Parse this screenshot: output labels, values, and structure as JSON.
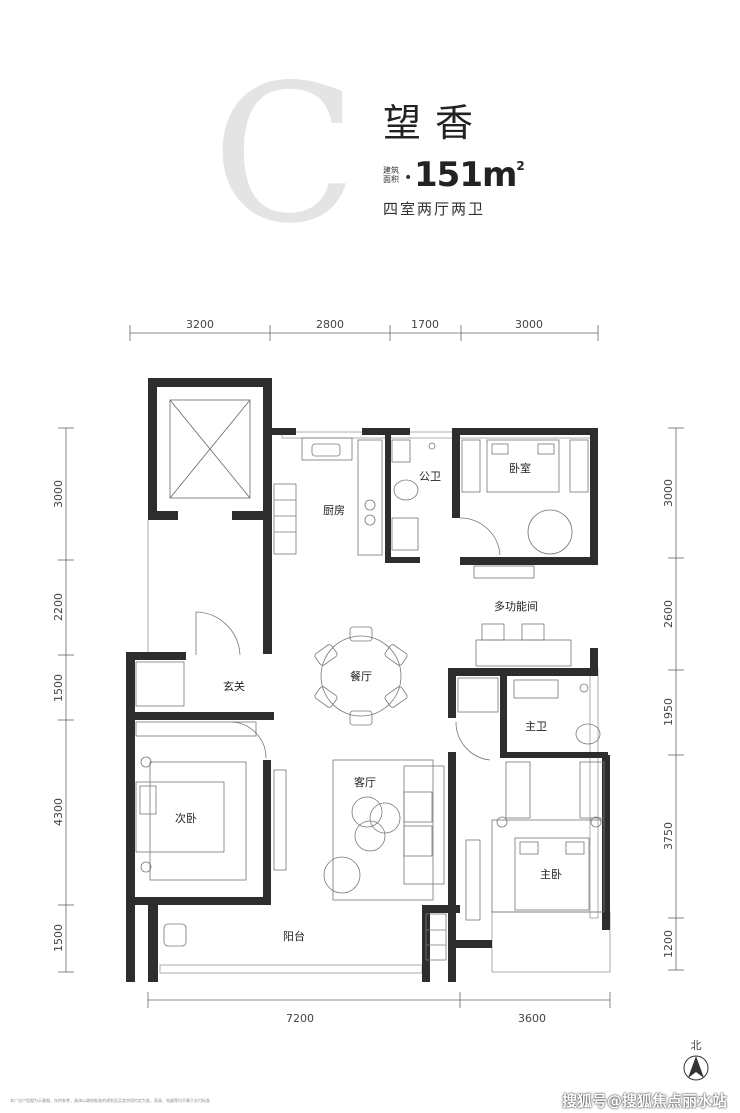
{
  "header": {
    "letter": "C",
    "title": "望香",
    "area_label_1": "建筑",
    "area_label_2": "面积",
    "area_value": "151m",
    "area_unit_sup": "2",
    "layout": "四室两厅两卫"
  },
  "dimensions": {
    "top": [
      "3200",
      "2800",
      "1700",
      "3000"
    ],
    "bottom": [
      "7200",
      "3600"
    ],
    "left": [
      "3000",
      "2200",
      "1500",
      "4300",
      "1500"
    ],
    "right": [
      "3000",
      "2600",
      "1950",
      "3750",
      "1200"
    ]
  },
  "rooms": {
    "kitchen": "厨房",
    "public_bath": "公卫",
    "bedroom": "卧室",
    "multi_room": "多功能间",
    "entrance": "玄关",
    "dining": "餐厅",
    "master_bath": "主卫",
    "second_bedroom": "次卧",
    "living": "客厅",
    "master_bedroom": "主卧",
    "balcony": "阳台"
  },
  "compass": "北",
  "disclaimer": "本广告户型图为示意图，仅供参考，具体以政府批准的规划及买卖合同约定为准，家具、电器等均不属于交付标准",
  "watermark": "搜狐号@搜狐焦点丽水站",
  "colors": {
    "wall": "#2d2d2d",
    "big_letter": "#e4e4e4"
  }
}
